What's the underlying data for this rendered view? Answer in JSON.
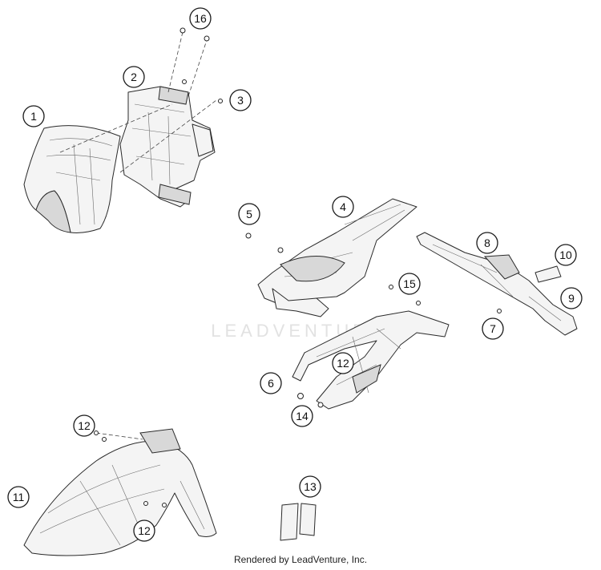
{
  "watermark": "LEADVENTURE",
  "credit": "Rendered by LeadVenture, Inc.",
  "callouts": {
    "c1": "1",
    "c2": "2",
    "c3": "3",
    "c4": "4",
    "c5": "5",
    "c6": "6",
    "c7": "7",
    "c8": "8",
    "c9": "9",
    "c10": "10",
    "c11": "11",
    "c12a": "12",
    "c12b": "12",
    "c12c": "12",
    "c13": "13",
    "c14": "14",
    "c15": "15",
    "c16": "16"
  }
}
